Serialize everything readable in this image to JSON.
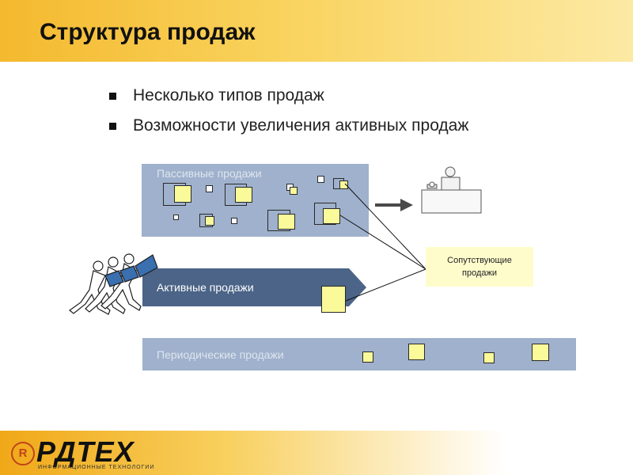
{
  "title": "Структура продаж",
  "bullets": [
    "Несколько типов продаж",
    "Возможности увеличения активных продаж"
  ],
  "diagram": {
    "passive_label": "Пассивные продажи",
    "active_label": "Активные продажи",
    "periodic_label": "Периодические продажи",
    "note_label": "Сопутствующие продажи"
  },
  "logo": {
    "mark": "R",
    "name": "РДТЕХ",
    "subtitle": "ИНФОРМАЦИОННЫЕ ТЕХНОЛОГИИ"
  },
  "colors": {
    "title_bar": "#f4b92e",
    "panel": "#9fb1cc",
    "active_arrow": "#4b6487",
    "sticky": "#fafa9a",
    "note": "#fffccc"
  }
}
